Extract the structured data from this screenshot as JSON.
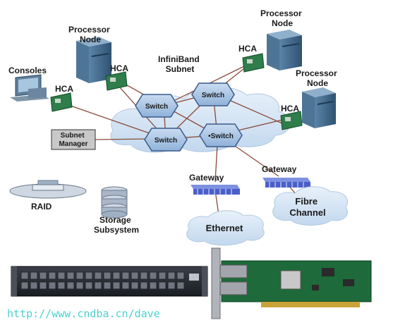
{
  "labels": {
    "processor_node_1": [
      "Processor",
      "Node"
    ],
    "processor_node_2": [
      "Processor",
      "Node"
    ],
    "processor_node_3": [
      "Processor",
      "Node"
    ],
    "consoles": "Consoles",
    "hca_1": "HCA",
    "hca_2": "HCA",
    "hca_3": "HCA",
    "hca_4": "HCA",
    "subnet_title": [
      "InfiniBand",
      "Subnet"
    ],
    "subnet_manager": [
      "Subnet",
      "Manager"
    ],
    "switch_1": "Switch",
    "switch_2": "Switch",
    "switch_3": "Switch",
    "switch_4": "•Switch",
    "gateway_1": "Gateway",
    "gateway_2": "Gateway",
    "raid": "RAID",
    "storage": [
      "Storage",
      "Subsystem"
    ],
    "ethernet": "Ethernet",
    "fibre_channel": [
      "Fibre",
      "Channel"
    ],
    "watermark": "http://www.cndba.cn/dave"
  },
  "colors": {
    "link": "#8a4b3a",
    "switch_fill": "#a9c6e6",
    "switch_stroke": "#3a5a8a",
    "cloud": "#d2e3f3",
    "server": "#3f6a8c",
    "hca_card": "#2e7d4a",
    "gateway": "#4a5fc8",
    "watermark": "#4fd0d0"
  }
}
